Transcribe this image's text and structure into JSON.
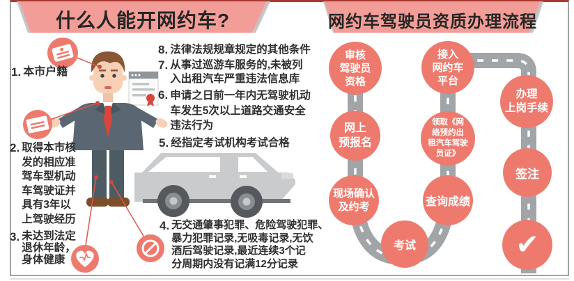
{
  "left_panel": {
    "title": "什么人能开网约车?",
    "items": [
      {
        "num": "1.",
        "text": "本市户籍"
      },
      {
        "num": "2.",
        "text": "取得本市核\n发的相应准\n驾车型机动\n车驾驶证并\n具有3年以\n上驾驶经历"
      },
      {
        "num": "3.",
        "text": "未达到法定\n退休年龄，\n身体健康"
      },
      {
        "num": "4.",
        "text": "无交通肇事犯罪、危险驾驶犯罪、\n暴力犯罪记录,无吸毒记录,无饮\n酒后驾驶记录,最近连续3个记\n分周期内没有记满12分记录"
      },
      {
        "num": "5.",
        "text": "经指定考试机构考试合格"
      },
      {
        "num": "6.",
        "text": "申请之日前一年内无驾驶机动\n车发生5次以上道路交通安全\n违法行为"
      },
      {
        "num": "7.",
        "text": "从事过巡游车服务的,未被列\n入出租汽车严重违法信息库"
      },
      {
        "num": "8.",
        "text": "法律法规规章规定的其他条件"
      }
    ],
    "icons": [
      "hukou-booklet-icon",
      "driver-license-icon",
      "heart-pulse-icon",
      "no-entry-icon",
      "certificate-icon"
    ]
  },
  "flow": {
    "title": "网约车驾驶员资质办理流程",
    "steps": [
      {
        "label": "审核\n驾驶员\n资格"
      },
      {
        "label": "网上\n预报名"
      },
      {
        "label": "现场确认\n及约考"
      },
      {
        "label": "考试"
      },
      {
        "label": "查询成绩"
      },
      {
        "label": "领取《网\n络预约出\n租汽车驾驶\n员证》"
      },
      {
        "label": "接入\n网约车\n平台"
      },
      {
        "label": "办理\n上岗手续"
      },
      {
        "label": "签注"
      },
      {
        "label": "✔"
      }
    ]
  },
  "colors": {
    "circle_coral": "#ee7a6e",
    "banner_pink": "#f29d97",
    "road_gray": "#a1a5a8",
    "accent_red": "#d9453b",
    "top_line": "#a83a31",
    "text_dark": "#2f2f2f"
  }
}
